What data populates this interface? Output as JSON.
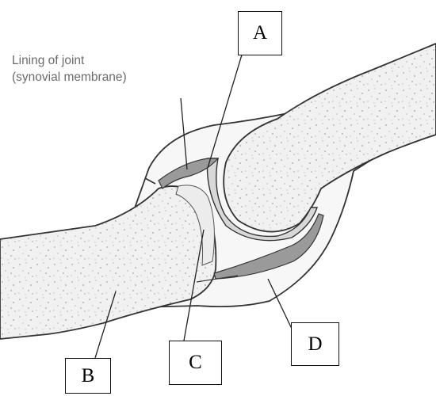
{
  "caption": {
    "line1": "Lining of joint",
    "line2": "(synovial membrane)"
  },
  "labels": {
    "a": "A",
    "b": "B",
    "c": "C",
    "d": "D"
  },
  "colors": {
    "outline": "#333333",
    "bone_fill": "#f1f1f1",
    "bone_speckle": "#aaaaaa",
    "cartilage": "#d8d8d8",
    "membrane": "#9a9a9a",
    "capsule_fill": "#f7f7f7",
    "leader_line": "#222222"
  }
}
